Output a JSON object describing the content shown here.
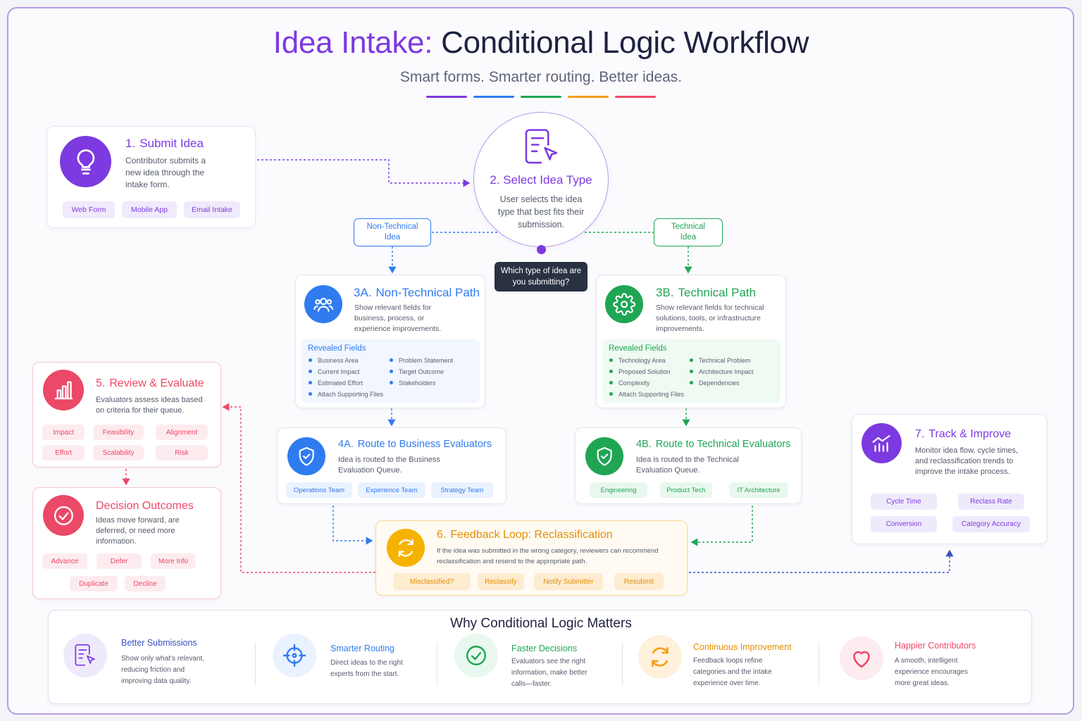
{
  "title": {
    "highlight": "Idea Intake:",
    "rest": "Conditional Logic Workflow"
  },
  "subtitle": "Smart forms. Smarter routing. Better ideas.",
  "colors": {
    "purple": "#7d3ae0",
    "blue": "#2f7bf0",
    "green": "#1fa553",
    "orange": "#f59e0b",
    "pink": "#ec4868"
  },
  "step1": {
    "num": "1.",
    "title": "Submit Idea",
    "desc": "Contributor submits a new idea through the intake form.",
    "chips": [
      "Web Form",
      "Mobile App",
      "Email Intake"
    ],
    "icon": "lightbulb-icon"
  },
  "step2": {
    "num": "2.",
    "title": "Select Idea Type",
    "desc": "User selects the idea type that best fits their submission.",
    "question": "Which type of idea are you submitting?",
    "icon": "form-cursor-icon"
  },
  "branch": {
    "nontech": "Non-Technical Idea",
    "tech": "Technical Idea"
  },
  "step3a": {
    "num": "3A.",
    "title": "Non-Technical Path",
    "desc": "Show relevant fields for business, process, or experience improvements.",
    "fields_title": "Revealed Fields",
    "fields_left": [
      "Business Area",
      "Current Impact",
      "Estimated Effort",
      "Attach Supporting Files"
    ],
    "fields_right": [
      "Problem Statement",
      "Target Outcome",
      "Stakeholders"
    ],
    "icon": "people-icon"
  },
  "step3b": {
    "num": "3B.",
    "title": "Technical Path",
    "desc": "Show relevant fields for technical solutions, tools, or infrastructure improvements.",
    "fields_title": "Revealed Fields",
    "fields_left": [
      "Technology Area",
      "Proposed Solution",
      "Complexity",
      "Attach Supporting Files"
    ],
    "fields_right": [
      "Technical Problem",
      "Architecture Impact",
      "Dependencies"
    ],
    "icon": "gear-icon"
  },
  "step4a": {
    "num": "4A.",
    "title": "Route to Business Evaluators",
    "desc": "Idea is routed to the Business Evaluation Queue.",
    "chips": [
      "Operations Team",
      "Experience Team",
      "Strategy Team"
    ],
    "icon": "shield-check-icon"
  },
  "step4b": {
    "num": "4B.",
    "title": "Route to Technical Evaluators",
    "desc": "Idea is routed to the Technical Evaluation Queue.",
    "chips": [
      "Engineering",
      "Product Tech",
      "IT Architecture"
    ],
    "icon": "shield-check-icon"
  },
  "step5": {
    "num": "5.",
    "title": "Review & Evaluate",
    "desc": "Evaluators assess ideas based on criteria for their queue.",
    "chips": [
      "Impact",
      "Feasibility",
      "Alignment",
      "Effort",
      "Scalability",
      "Risk"
    ],
    "icon": "bar-chart-icon"
  },
  "decision": {
    "title": "Decision Outcomes",
    "desc": "Ideas move forward, are deferred, or need more information.",
    "chips": [
      "Advance",
      "Defer",
      "More Info",
      "Duplicate",
      "Decline"
    ],
    "icon": "check-circle-icon"
  },
  "step6": {
    "num": "6.",
    "title": "Feedback Loop: Reclassification",
    "desc": "If the idea was submitted in the wrong category, reviewers can recommend reclassification and resend to the appropriate path.",
    "chips": [
      "Misclassified?",
      "Reclassify",
      "Notify Submitter",
      "Resubmit"
    ],
    "icon": "refresh-icon"
  },
  "step7": {
    "num": "7.",
    "title": "Track & Improve",
    "desc": "Monitor idea flow, cycle times, and reclassification trends to improve the intake process.",
    "chips": [
      "Cycle Time",
      "Reclass Rate",
      "Conversion",
      "Category Accuracy"
    ],
    "icon": "trend-chart-icon"
  },
  "why": {
    "title": "Why Conditional Logic Matters",
    "items": [
      {
        "title": "Better Submissions",
        "desc": "Show only what's relevant, reducing friction and improving data quality.",
        "icon": "form-cursor-icon"
      },
      {
        "title": "Smarter Routing",
        "desc": "Direct ideas to the right experts from the start.",
        "icon": "target-icon"
      },
      {
        "title": "Faster Decisions",
        "desc": "Evaluators see the right information, make better calls—faster.",
        "icon": "check-circle-icon"
      },
      {
        "title": "Continuous Improvement",
        "desc": "Feedback loops refine categories and the intake experience over time.",
        "icon": "refresh-icon"
      },
      {
        "title": "Happier Contributors",
        "desc": "A smooth, intelligent experience encourages more great ideas.",
        "icon": "heart-icon"
      }
    ]
  }
}
